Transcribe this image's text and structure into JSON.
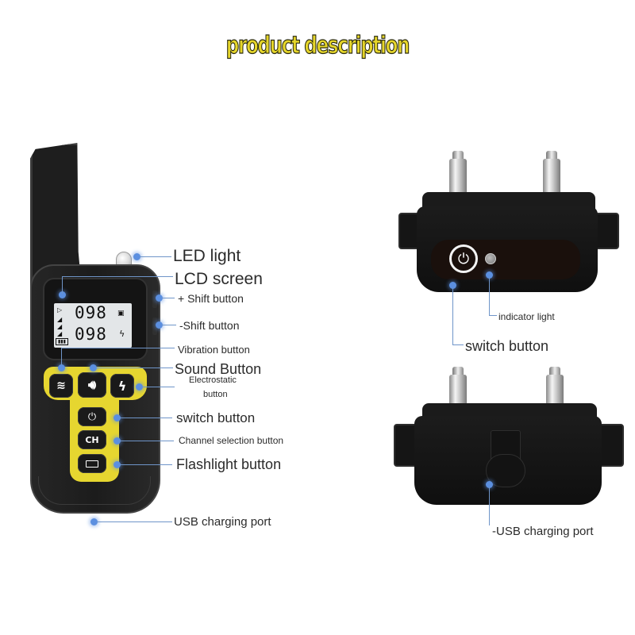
{
  "header": {
    "title": "product description"
  },
  "colors": {
    "title_fill": "#e6d62a",
    "accent_yellow": "#e6d630",
    "callout_blue": "#5b8fe0",
    "device_black": "#1c1c1c"
  },
  "remote": {
    "lcd": {
      "top_value": "098",
      "bottom_value": "098",
      "icons": [
        "speaker-icon",
        "dog-icon",
        "dog-icon",
        "dog-icon",
        "battery-icon",
        "vibration-icon",
        "lightning-icon"
      ]
    },
    "buttons": {
      "vibration": {
        "icon": "vibration-icon"
      },
      "sound": {
        "icon": "speaker-icon"
      },
      "electrostatic": {
        "icon": "lightning-icon"
      },
      "power": {
        "icon": "power-icon",
        "glyph": "⏻"
      },
      "channel": {
        "label": "CH"
      },
      "flashlight": {
        "icon": "flashlight-icon"
      }
    },
    "labels": {
      "led_light": "LED light",
      "lcd_screen": "LCD screen",
      "plus_shift": "+ Shift button",
      "minus_shift": "-Shift button",
      "vibration": "Vibration button",
      "sound": "Sound Button",
      "electrostatic_line1": "Electrostatic",
      "electrostatic_line2": "button",
      "switch": "switch button",
      "channel": "Channel selection button",
      "flashlight": "Flashlight button",
      "usb": "USB charging port"
    }
  },
  "collar_front": {
    "power_glyph": "⏻",
    "labels": {
      "indicator_light": "indicator light",
      "switch": "switch button"
    }
  },
  "collar_back": {
    "labels": {
      "usb": "-USB charging port"
    }
  }
}
